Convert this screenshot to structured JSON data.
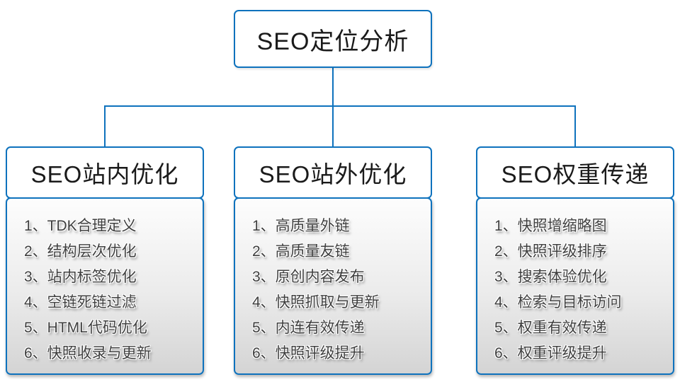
{
  "root": {
    "label": "SEO定位分析"
  },
  "columns": [
    {
      "title": "SEO站内优化",
      "items": [
        "1、TDK合理定义",
        "2、结构层次优化",
        "3、站内标签优化",
        "4、空链死链过滤",
        "5、HTML代码优化",
        "6、快照收录与更新"
      ]
    },
    {
      "title": "SEO站外优化",
      "items": [
        "1、高质量外链",
        "2、高质量友链",
        "3、原创内容发布",
        "4、快照抓取与更新",
        "5、内连有效传递",
        "6、快照评级提升"
      ]
    },
    {
      "title": "SEO权重传递",
      "items": [
        "1、快照增缩略图",
        "2、快照评级排序",
        "3、搜索体验优化",
        "4、检索与目标访问",
        "5、权重有效传递",
        "6、权重评级提升"
      ]
    }
  ],
  "colors": {
    "connector": "#0e72bd",
    "box_border": "#0e72bd",
    "list_gradient_top": "#fdfdfd",
    "list_gradient_bottom": "#d4d4d4",
    "title_text": "#1a1a1a",
    "item_text": "#3f3f3f"
  }
}
